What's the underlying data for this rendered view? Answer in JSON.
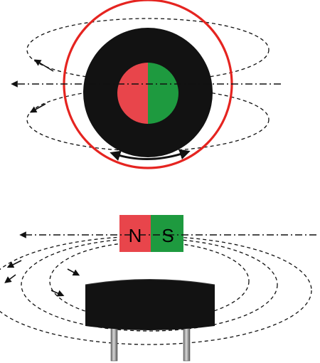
{
  "magnet": {
    "north_label": "N",
    "south_label": "S",
    "north_color": "#e8454b",
    "south_color": "#1e9a3f"
  },
  "colors": {
    "rotation_circle": "#e52420",
    "sensor_body": "#121212",
    "field_lines": "#111111"
  },
  "icons": {
    "rotation_arrows": "double-headed-arrow-icon",
    "axis": "dash-dot-axis-with-arrow"
  }
}
